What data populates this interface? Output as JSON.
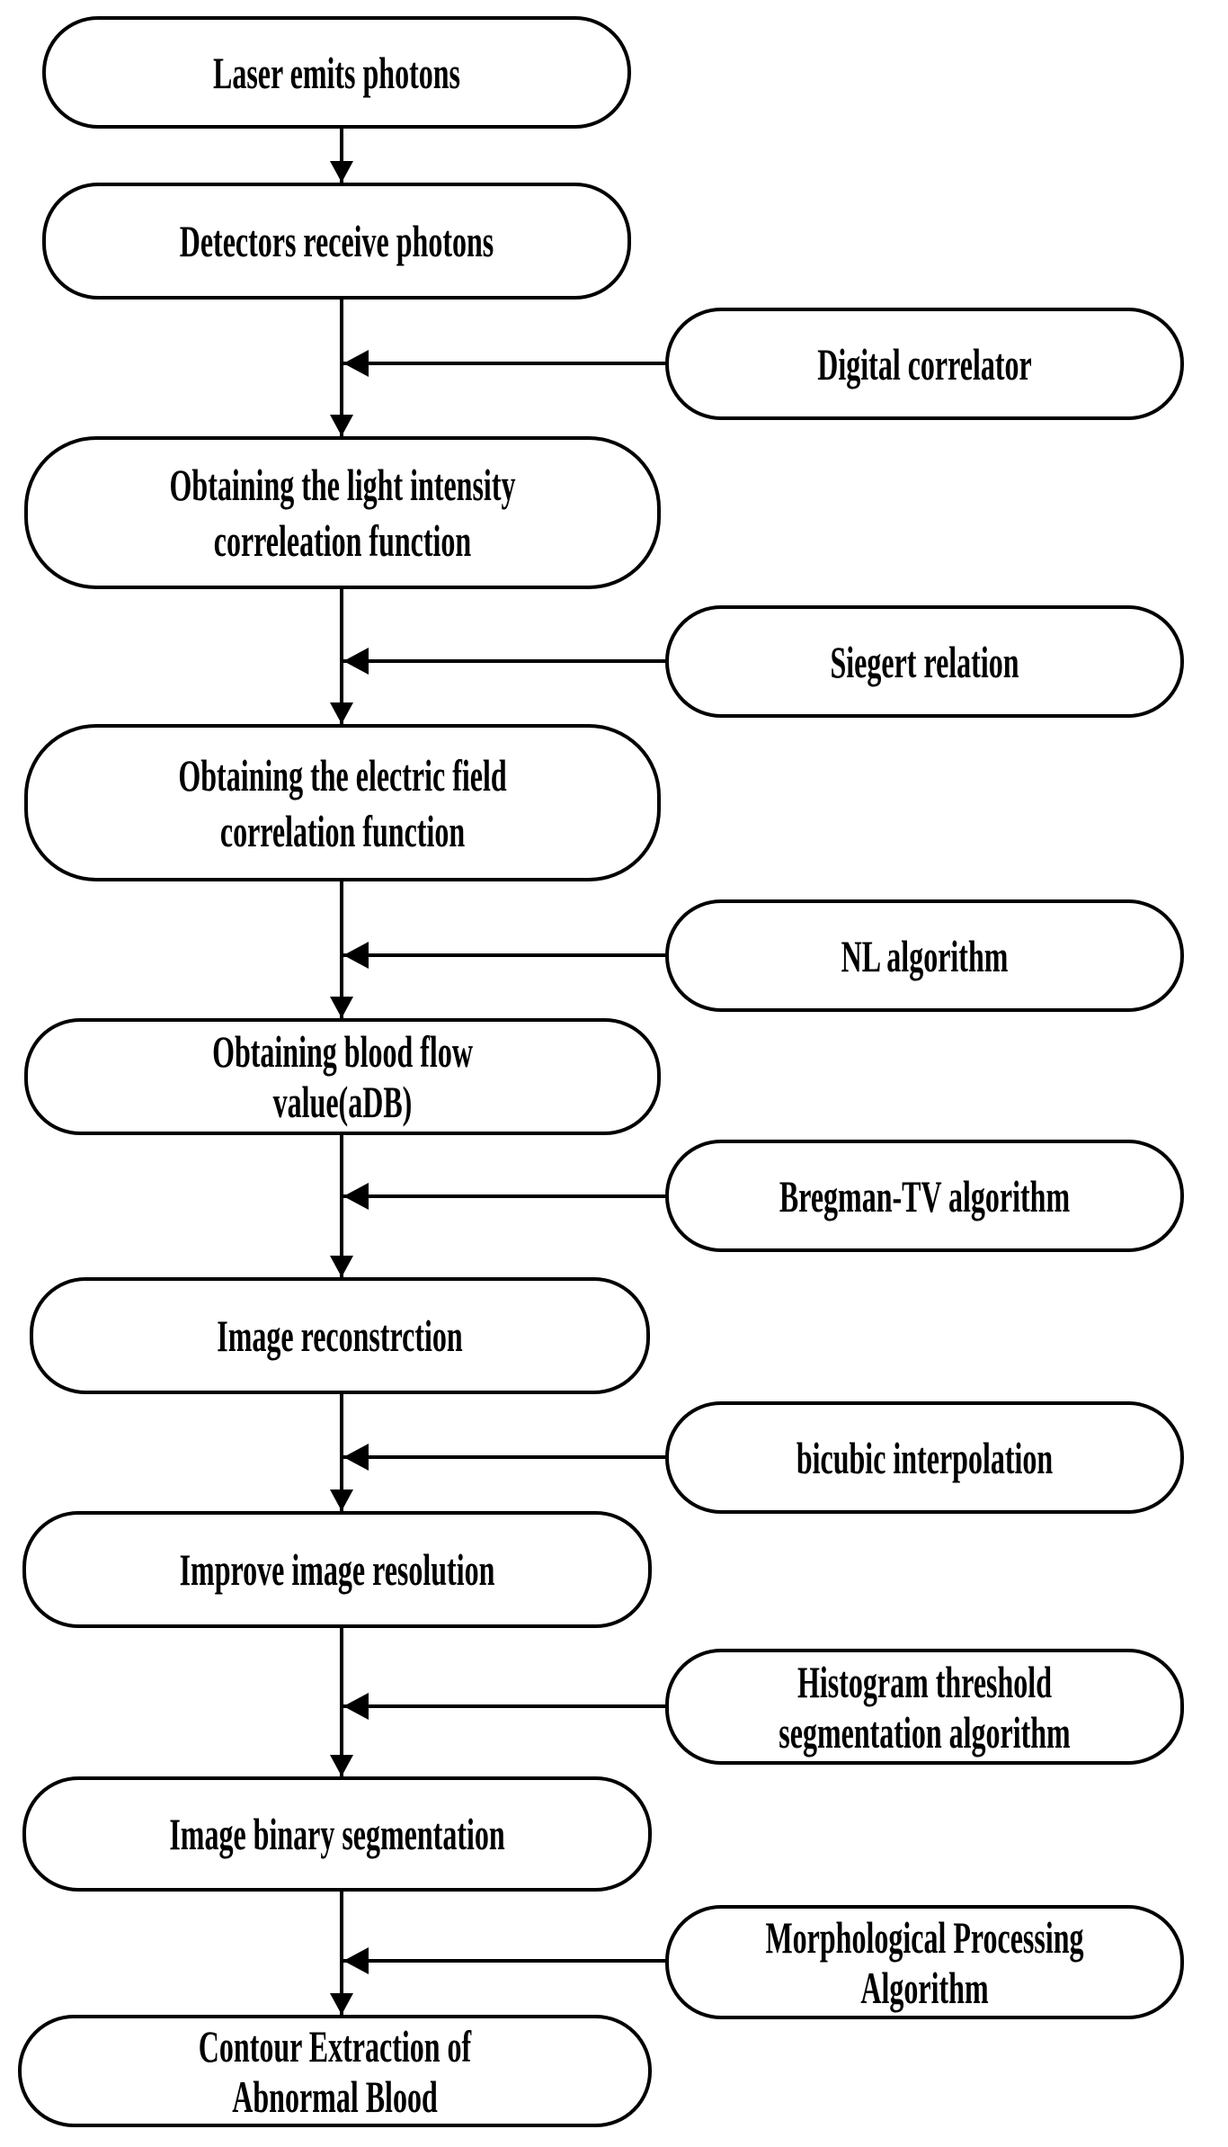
{
  "flow": {
    "steps": [
      {
        "label": "Laser emits photons"
      },
      {
        "label": "Detectors receive photons"
      },
      {
        "label": "Obtaining the light intensity\ncorreleation function"
      },
      {
        "label": "Obtaining the electric field\ncorrelation function"
      },
      {
        "label": "Obtaining blood flow\nvalue(aDB)"
      },
      {
        "label": "Image reconstrction"
      },
      {
        "label": "Improve image resolution"
      },
      {
        "label": "Image binary segmentation"
      },
      {
        "label": "Contour Extraction of\nAbnormal Blood"
      }
    ],
    "inputs": [
      {
        "label": "Digital correlator"
      },
      {
        "label": "Siegert relation"
      },
      {
        "label": "NL algorithm"
      },
      {
        "label": "Bregman-TV algorithm"
      },
      {
        "label": "bicubic interpolation"
      },
      {
        "label": "Histogram threshold\nsegmentation algorithm"
      },
      {
        "label": "Morphological Processing\nAlgorithm"
      }
    ]
  },
  "colors": {
    "ink": "#000000",
    "background": "#ffffff"
  }
}
